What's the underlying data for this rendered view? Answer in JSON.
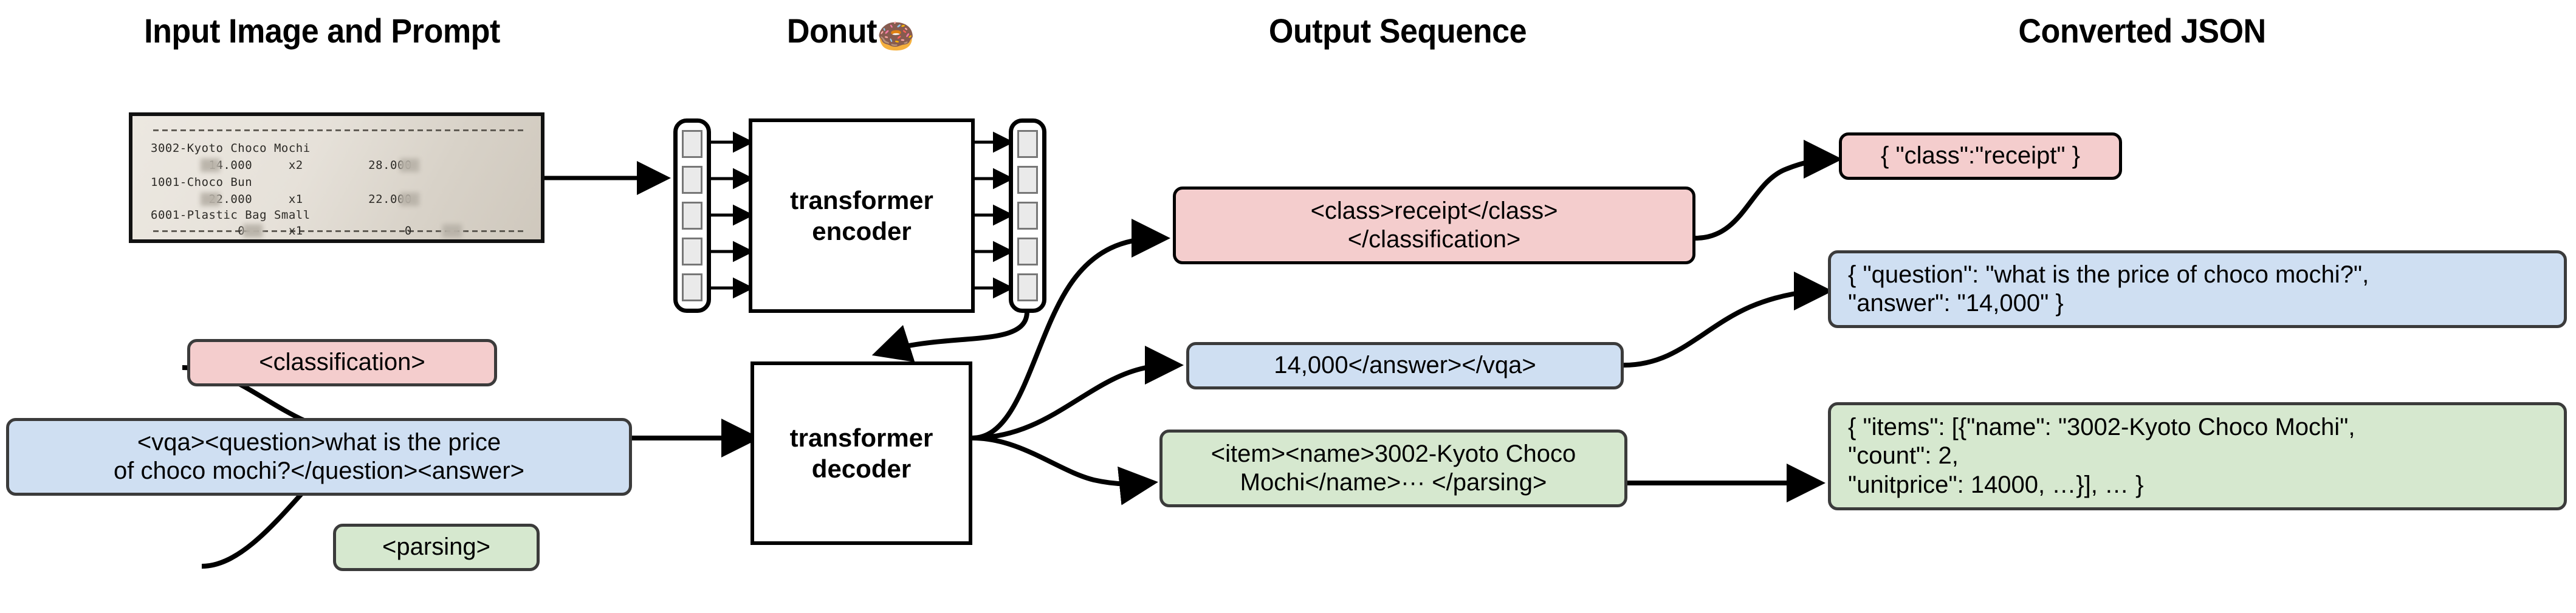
{
  "figure": {
    "type": "diagram",
    "description": "Donut end-to-end document understanding pipeline",
    "columns": [
      {
        "id": "input",
        "title": "Input Image and Prompt"
      },
      {
        "id": "model",
        "title": "Donut"
      },
      {
        "id": "output",
        "title": "Output Sequence"
      },
      {
        "id": "json",
        "title": "Converted JSON"
      }
    ]
  },
  "headers": {
    "input": "Input Image and Prompt",
    "model_text": "Donut",
    "model_icon": "donut-emoji",
    "output": "Output Sequence",
    "json": "Converted JSON"
  },
  "receipt": {
    "lines": [
      "3002-Kyoto Choco Mochi",
      "        14.000     x2         28.000",
      "1001-Choco Bun",
      "        22.000     x1         22.000",
      "6001-Plastic Bag Small",
      "            0      x1              0"
    ],
    "items": [
      {
        "name": "3002-Kyoto Choco Mochi",
        "unitprice": "14.000",
        "count": "x2",
        "price": "28.000"
      },
      {
        "name": "1001-Choco Bun",
        "unitprice": "22.000",
        "count": "x1",
        "price": "22.000"
      },
      {
        "name": "6001-Plastic Bag Small",
        "unitprice": "0",
        "count": "x1",
        "price": "0"
      }
    ]
  },
  "prompts": [
    {
      "id": "classification",
      "text": "<classification>",
      "color": "#f4cdcd"
    },
    {
      "id": "vqa",
      "text": "<vqa><question>what is the price\nof choco mochi?</question><answer>",
      "color": "#cfdff2"
    },
    {
      "id": "parsing",
      "text": "<parsing>",
      "color": "#d6e8cf"
    }
  ],
  "model": {
    "encoder_label": "transformer\nencoder",
    "decoder_label": "transformer\ndecoder",
    "encoder_input_tokens": 5,
    "encoder_output_tokens": 5
  },
  "outputs": [
    {
      "id": "class-out",
      "text": "<class>receipt</class>\n</classification>",
      "color": "#f4cdcd"
    },
    {
      "id": "vqa-out",
      "text": "14,000</answer></vqa>",
      "color": "#cfdff2"
    },
    {
      "id": "parse-out",
      "text": "<item><name>3002-Kyoto Choco\nMochi</name>··· </parsing>",
      "color": "#d6e8cf"
    }
  ],
  "json_results": [
    {
      "id": "json-class",
      "text": "{ \"class\":\"receipt\" }",
      "color": "#f4cdcd"
    },
    {
      "id": "json-vqa",
      "text": "{ \"question\": \"what is the price of choco mochi?\",\n    \"answer\": \"14,000\" }",
      "color": "#cfdff2"
    },
    {
      "id": "json-parse",
      "text": "{ \"items\": [{\"name\": \"3002-Kyoto Choco Mochi\",\n      \"count\": 2,\n      \"unitprice\": 14000, …}], … }",
      "color": "#d6e8cf"
    }
  ],
  "colors": {
    "pink": "#f4cdcd",
    "blue": "#cfdff2",
    "green": "#d6e8cf",
    "box_border": "#3b3b3b",
    "arrow": "#000000",
    "token_cell": "#eaeaea"
  }
}
